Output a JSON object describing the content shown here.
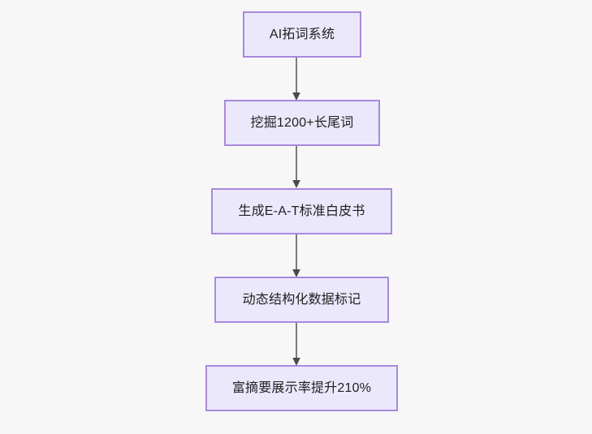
{
  "diagram": {
    "type": "flowchart",
    "orientation": "top-to-bottom",
    "background_color": "#f7f7f7",
    "node_fill_color": "#ebe8fb",
    "node_border_color": "#a889dd",
    "edge_color": "#7a7a7a",
    "text_color": "#1f1f1f",
    "nodes": [
      {
        "id": "n1",
        "label": "AI拓词系统"
      },
      {
        "id": "n2",
        "label": "挖掘1200+长尾词"
      },
      {
        "id": "n3",
        "label": "生成E-A-T标准白皮书"
      },
      {
        "id": "n4",
        "label": "动态结构化数据标记"
      },
      {
        "id": "n5",
        "label": "富摘要展示率提升210%"
      }
    ],
    "edges": [
      {
        "from": "n1",
        "to": "n2",
        "label": ""
      },
      {
        "from": "n2",
        "to": "n3",
        "label": ""
      },
      {
        "from": "n3",
        "to": "n4",
        "label": ""
      },
      {
        "from": "n4",
        "to": "n5",
        "label": ""
      }
    ]
  }
}
